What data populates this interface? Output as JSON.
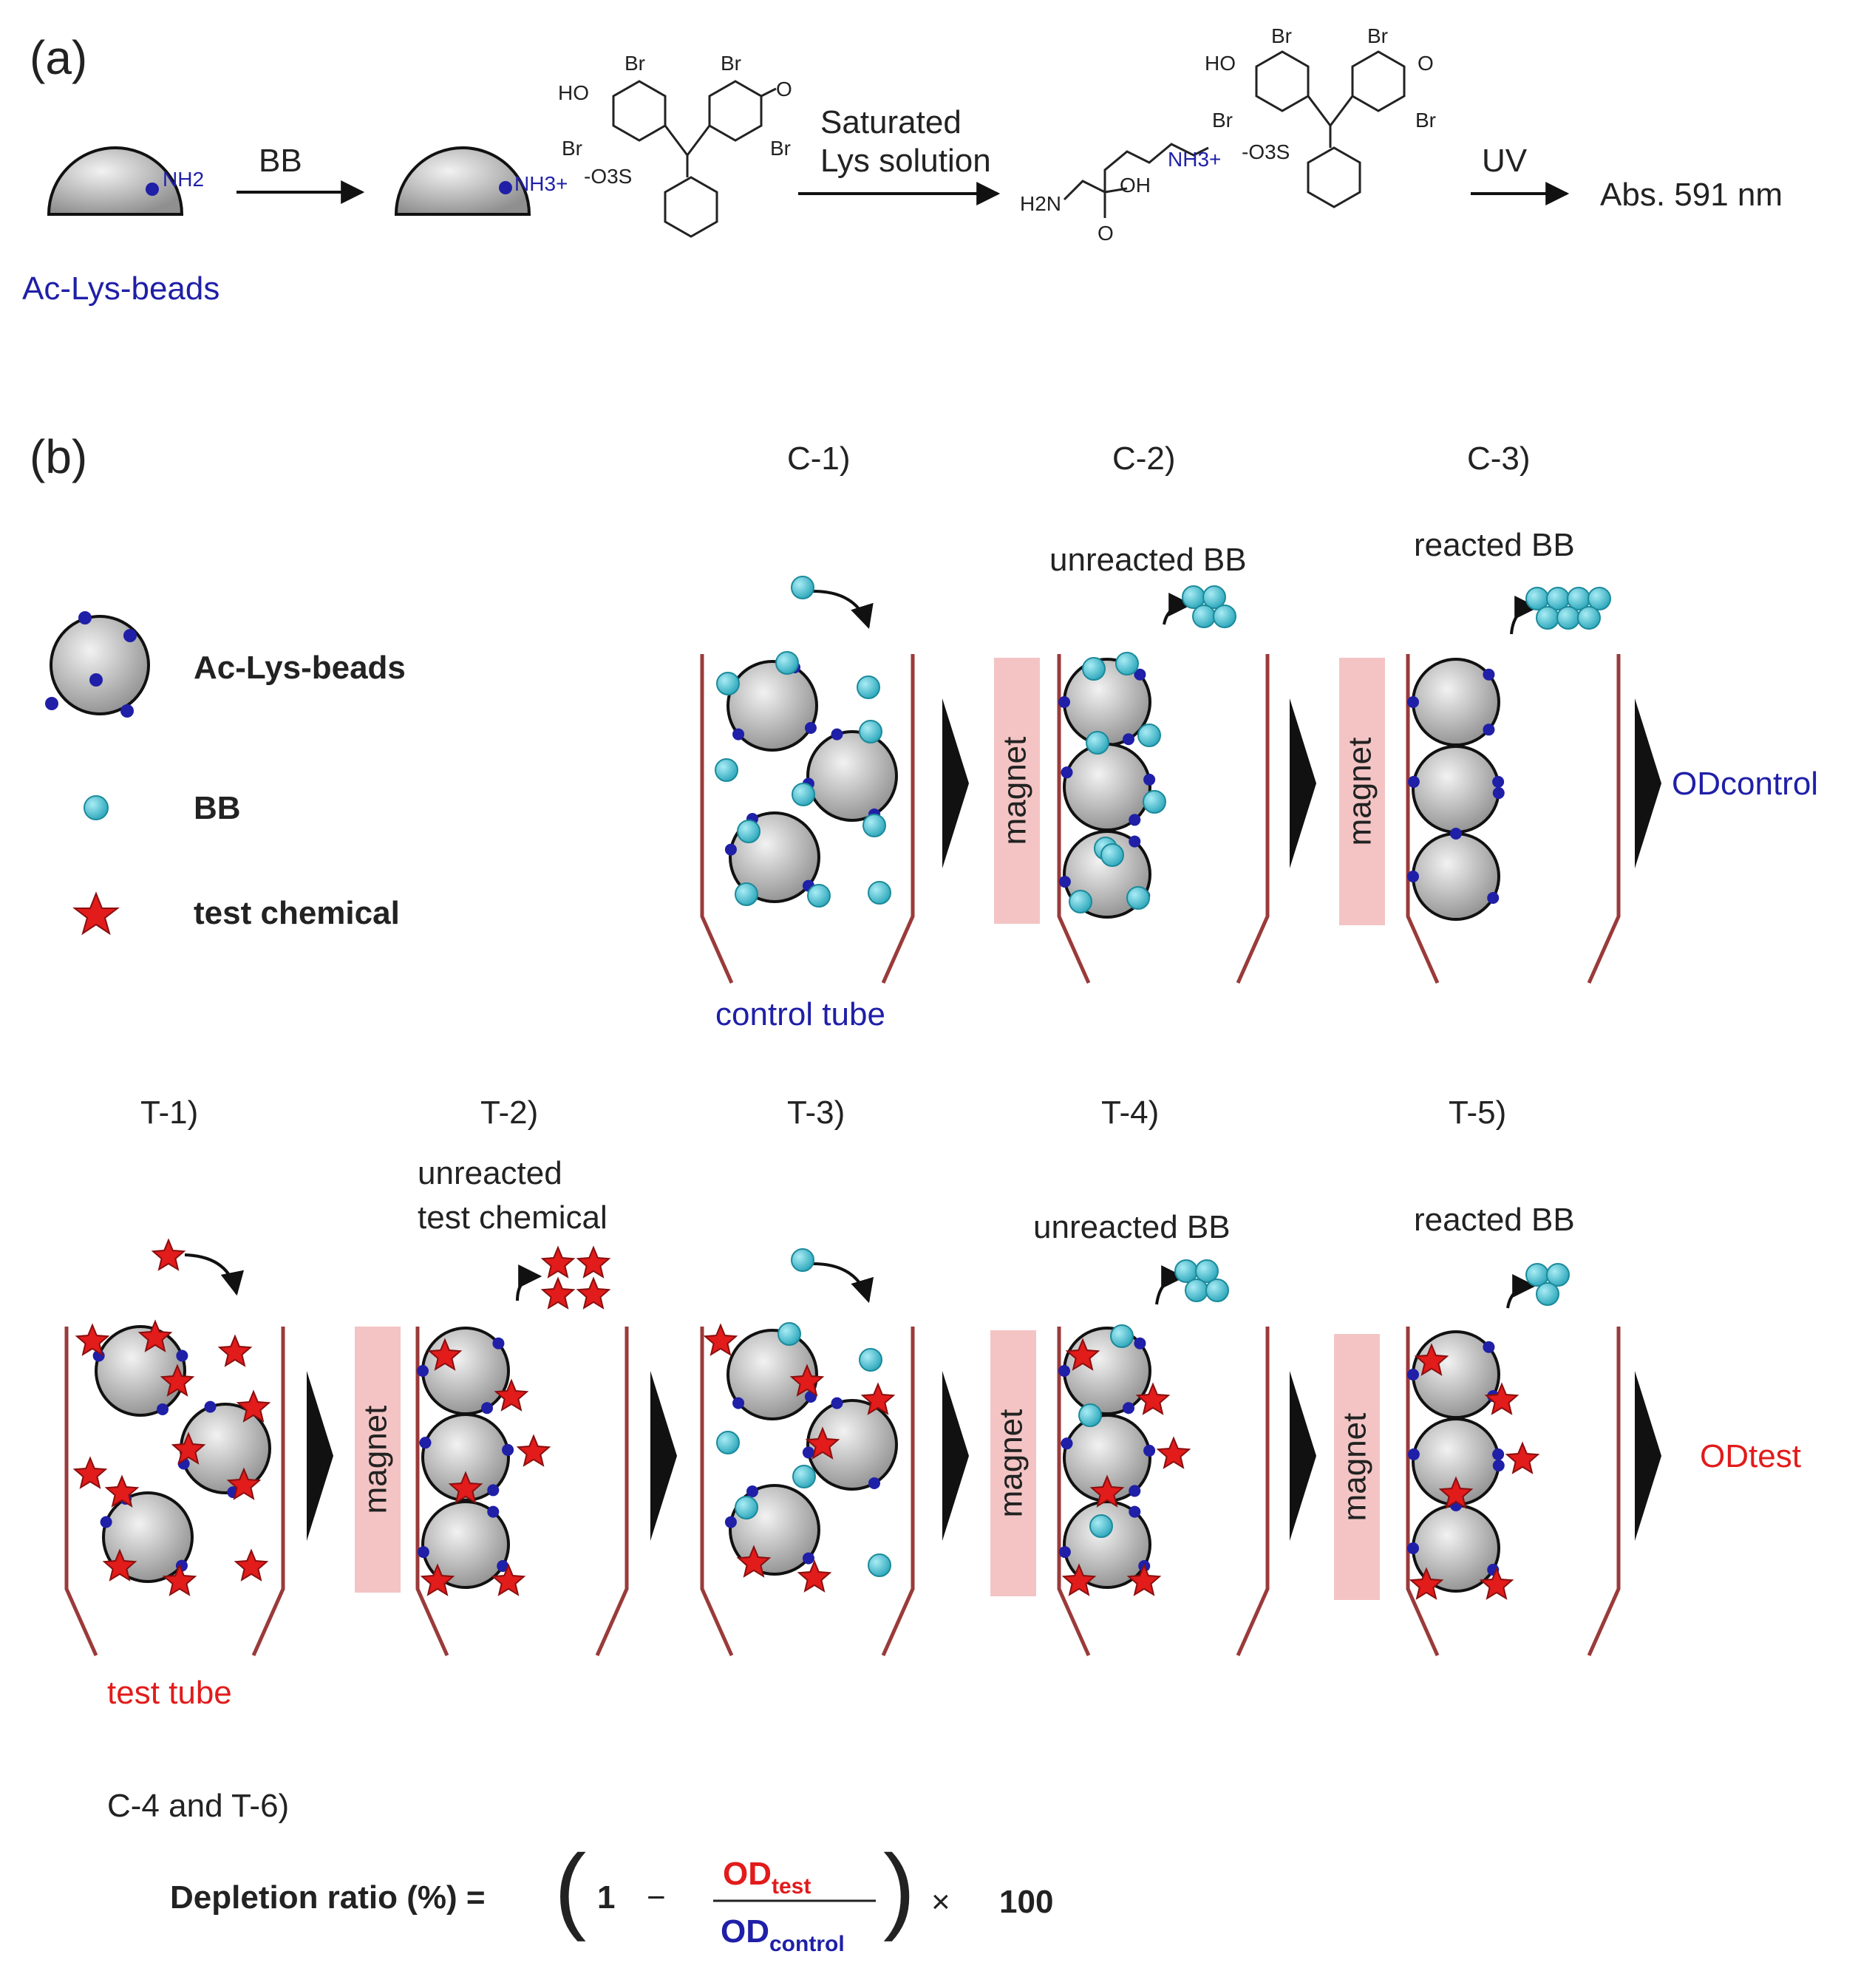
{
  "panel_a": {
    "label": "(a)",
    "bead_amine": "NH2",
    "bead_label": "Ac-Lys-beads",
    "arrow1_label": "BB",
    "bead_ammonium": "NH3+",
    "sulfonate": "-O3S",
    "arrow2_label_line1": "Saturated",
    "arrow2_label_line2": "Lys solution",
    "lys_h2n": "H2N",
    "lys_oh": "OH",
    "lys_o": "O",
    "lys_nh3": "NH3+",
    "arrow3_label": "UV",
    "result": "Abs. 591 nm",
    "bb_atoms": {
      "ho": "HO",
      "br": "Br",
      "o": "O"
    }
  },
  "panel_b": {
    "label": "(b)",
    "legend": [
      {
        "icon": "bead-icon",
        "label": "Ac-Lys-beads"
      },
      {
        "icon": "bb-icon",
        "label": "BB"
      },
      {
        "icon": "star-icon",
        "label": "test chemical"
      }
    ],
    "control": {
      "steps": [
        "C-1)",
        "C-2)",
        "C-3)"
      ],
      "tube_label": "control tube",
      "unreacted_label": "unreacted BB",
      "reacted_label": "reacted BB",
      "magnet_label": "magnet",
      "result": "ODcontrol"
    },
    "test": {
      "steps": [
        "T-1)",
        "T-2)",
        "T-3)",
        "T-4)",
        "T-5)"
      ],
      "tube_label": "test tube",
      "unreacted_chem_line1": "unreacted",
      "unreacted_chem_line2": "test chemical",
      "unreacted_label": "unreacted BB",
      "reacted_label": "reacted BB",
      "magnet_label": "magnet",
      "result": "ODtest"
    },
    "final": {
      "step": "C-4 and T-6)",
      "lhs": "Depletion ratio (%) =",
      "one": "1",
      "minus": "−",
      "num_main": "OD",
      "num_sub": "test",
      "den_main": "OD",
      "den_sub": "control",
      "times": "×",
      "hundred": "100"
    }
  },
  "colors": {
    "blue": "#1f1fa8",
    "red": "#e21b1b",
    "tube": "#9b3a3a",
    "magnet": "#f4c4c4",
    "cyan": "#39b6c8"
  }
}
